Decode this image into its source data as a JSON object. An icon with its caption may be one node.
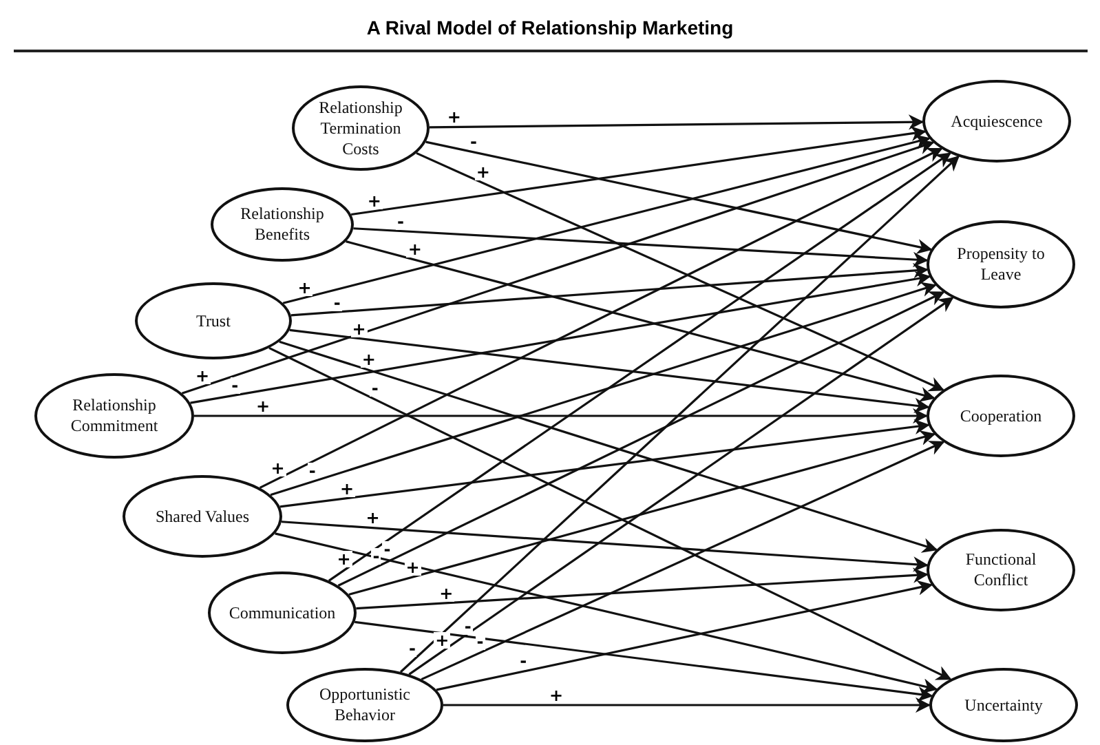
{
  "diagram": {
    "title": "A Rival Model of Relationship Marketing",
    "nodes": [
      {
        "text": [
          "Relationship Termination Costs"
        ]
      },
      {
        "text": [
          "Relationship Benefits"
        ]
      },
      {
        "text": [
          "Trust"
        ]
      },
      {
        "text": [
          "Relationship Commitment"
        ]
      },
      {
        "text": [
          "Shared Values"
        ]
      },
      {
        "text": [
          "Communication"
        ]
      },
      {
        "text": [
          "Opportunistic Behavior"
        ]
      },
      {
        "text": [
          "Acquiescence"
        ]
      },
      {
        "text": [
          "Propensity to Leave"
        ]
      },
      {
        "text": [
          "Cooperation"
        ]
      },
      {
        "text": [
          "Functional Conflict"
        ]
      },
      {
        "text": [
          "Uncertainty"
        ]
      }
    ],
    "edges": [
      {
        "from": 0,
        "to": 7,
        "arrow": "to",
        "label": "+"
      },
      {
        "from": 0,
        "to": 8,
        "arrow": "to",
        "label": "-"
      },
      {
        "from": 0,
        "to": 9,
        "arrow": "to",
        "label": "+"
      },
      {
        "from": 1,
        "to": 7,
        "arrow": "to",
        "label": "+"
      },
      {
        "from": 1,
        "to": 8,
        "arrow": "to",
        "label": "-"
      },
      {
        "from": 1,
        "to": 9,
        "arrow": "to",
        "label": "+"
      },
      {
        "from": 2,
        "to": 7,
        "arrow": "to",
        "label": "+"
      },
      {
        "from": 2,
        "to": 8,
        "arrow": "to",
        "label": "-"
      },
      {
        "from": 2,
        "to": 9,
        "arrow": "to",
        "label": "+"
      },
      {
        "from": 2,
        "to": 10,
        "arrow": "to",
        "label": "+"
      },
      {
        "from": 2,
        "to": 11,
        "arrow": "to",
        "label": "-"
      },
      {
        "from": 3,
        "to": 7,
        "arrow": "to",
        "label": "+"
      },
      {
        "from": 3,
        "to": 8,
        "arrow": "to",
        "label": "-"
      },
      {
        "from": 3,
        "to": 9,
        "arrow": "to",
        "label": "+"
      },
      {
        "from": 4,
        "to": 7,
        "arrow": "to",
        "label": "+"
      },
      {
        "from": 4,
        "to": 8,
        "arrow": "to",
        "label": "-"
      },
      {
        "from": 4,
        "to": 9,
        "arrow": "to",
        "label": "+"
      },
      {
        "from": 4,
        "to": 10,
        "arrow": "to",
        "label": "+"
      },
      {
        "from": 4,
        "to": 11,
        "arrow": "to",
        "label": "-"
      },
      {
        "from": 5,
        "to": 7,
        "arrow": "to",
        "label": "+"
      },
      {
        "from": 5,
        "to": 8,
        "arrow": "to",
        "label": "-"
      },
      {
        "from": 5,
        "to": 9,
        "arrow": "to",
        "label": "+"
      },
      {
        "from": 5,
        "to": 10,
        "arrow": "to",
        "label": "+"
      },
      {
        "from": 5,
        "to": 11,
        "arrow": "to",
        "label": "-"
      },
      {
        "from": 6,
        "to": 7,
        "arrow": "to",
        "label": "-"
      },
      {
        "from": 6,
        "to": 8,
        "arrow": "to",
        "label": "+"
      },
      {
        "from": 6,
        "to": 9,
        "arrow": "to",
        "label": "-"
      },
      {
        "from": 6,
        "to": 10,
        "arrow": "to",
        "label": "-"
      },
      {
        "from": 6,
        "to": 11,
        "arrow": "to",
        "label": "+"
      }
    ]
  }
}
